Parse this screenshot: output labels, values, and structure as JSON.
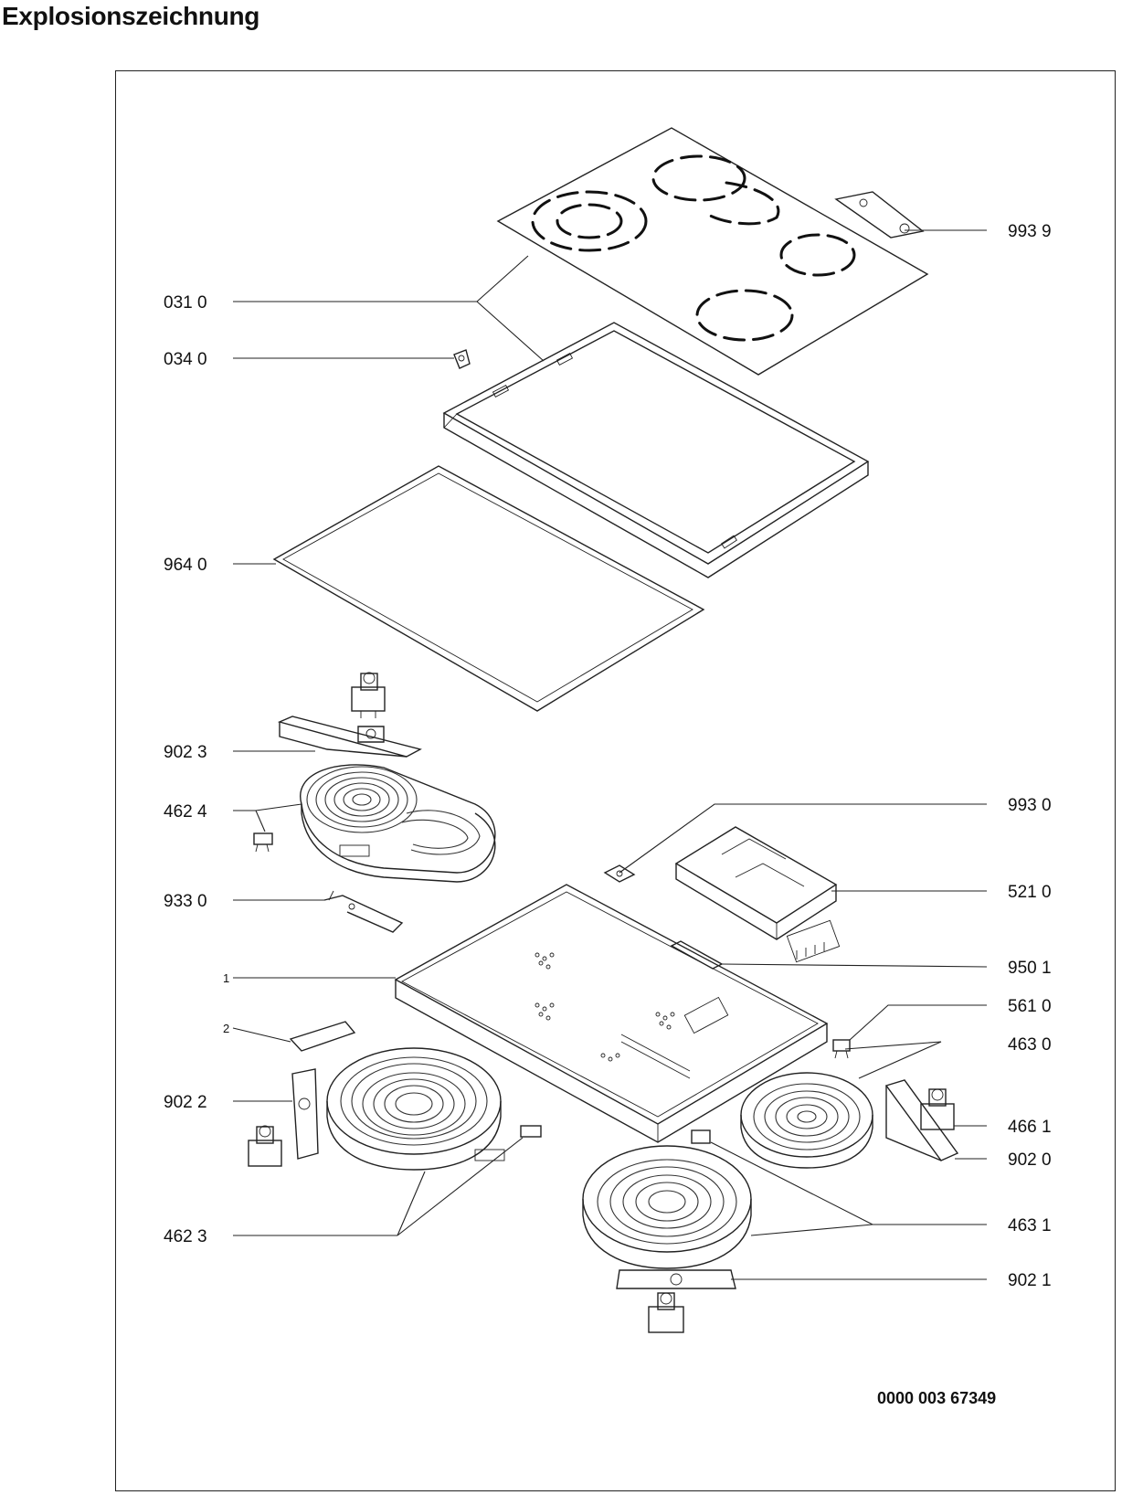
{
  "title": "Explosionszeichnung",
  "document_number": "0000 003 67349",
  "labels": {
    "l9939": "993 9",
    "l0310": "031 0",
    "l0340": "034 0",
    "l9640": "964 0",
    "l9023": "902 3",
    "l4624": "462 4",
    "l9330": "933 0",
    "l1": "1",
    "l2": "2",
    "l9022": "902 2",
    "l4623": "462 3",
    "l9930": "993 0",
    "l5210": "521 0",
    "l9501": "950 1",
    "l5610": "561 0",
    "l4630": "463 0",
    "l4661": "466 1",
    "l9020": "902 0",
    "l4631": "463 1",
    "l9021": "902 1"
  }
}
